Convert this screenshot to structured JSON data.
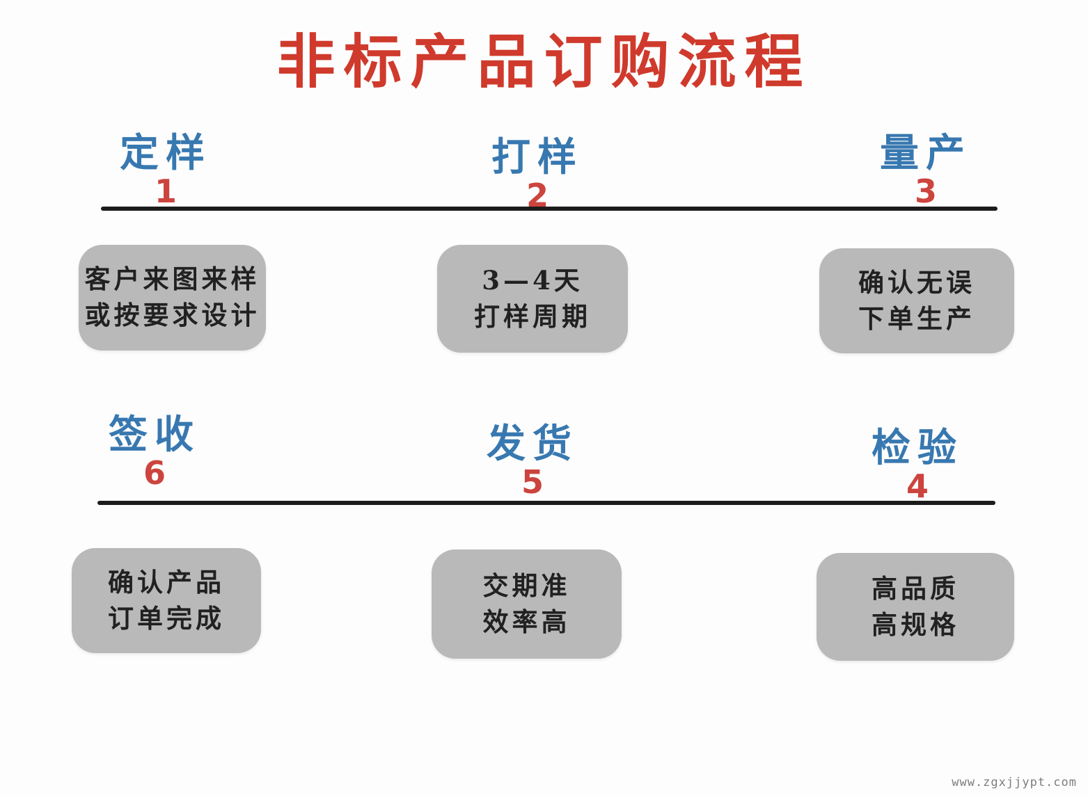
{
  "title": "非标产品订购流程",
  "watermark": "www.zgxjjypt.com",
  "colors": {
    "title_red": "#cf3a2c",
    "number_red": "#cc443e",
    "label_blue": "#3878b0",
    "rule_black": "#1c1c1c",
    "box_gray": "#b9b9b9",
    "box_text": "#212121",
    "watermark_gray": "#7d7d7d"
  },
  "rows": [
    {
      "steps": [
        {
          "label": "定样",
          "number": "1",
          "box_line1": "客户来图来样",
          "box_line2": "或按要求设计"
        },
        {
          "label": "打样",
          "number": "2",
          "box_line1": "3—4天",
          "box_line2": "打样周期"
        },
        {
          "label": "量产",
          "number": "3",
          "box_line1": "确认无误",
          "box_line2": "下单生产"
        }
      ]
    },
    {
      "steps": [
        {
          "label": "签收",
          "number": "6",
          "box_line1": "确认产品",
          "box_line2": "订单完成"
        },
        {
          "label": "发货",
          "number": "5",
          "box_line1": "交期准",
          "box_line2": "效率高"
        },
        {
          "label": "检验",
          "number": "4",
          "box_line1": "高品质",
          "box_line2": "高规格"
        }
      ]
    }
  ]
}
